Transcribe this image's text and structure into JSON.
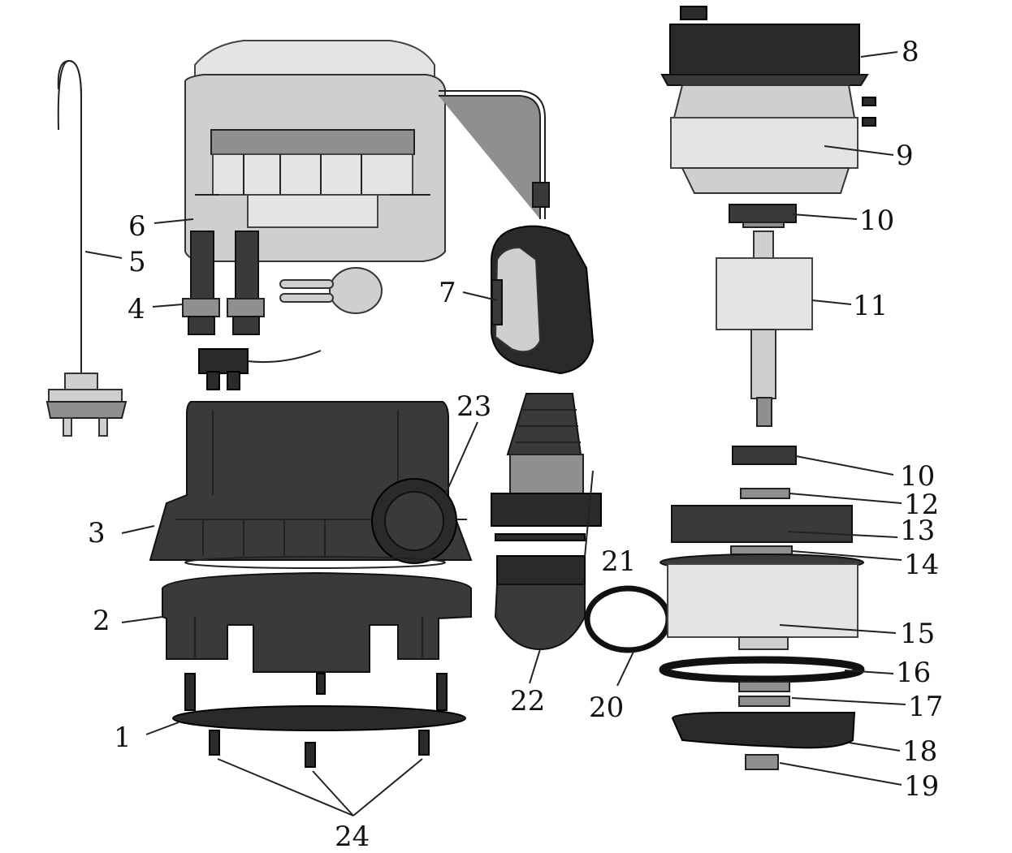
{
  "callouts": [
    {
      "id": "p1",
      "text": "1"
    },
    {
      "id": "p2",
      "text": "2"
    },
    {
      "id": "p3",
      "text": "3"
    },
    {
      "id": "p4",
      "text": "4"
    },
    {
      "id": "p5",
      "text": "5"
    },
    {
      "id": "p6",
      "text": "6"
    },
    {
      "id": "p7",
      "text": "7"
    },
    {
      "id": "p8",
      "text": "8"
    },
    {
      "id": "p9",
      "text": "9"
    },
    {
      "id": "p10a",
      "text": "10"
    },
    {
      "id": "p11",
      "text": "11"
    },
    {
      "id": "p10b",
      "text": "10"
    },
    {
      "id": "p12",
      "text": "12"
    },
    {
      "id": "p13",
      "text": "13"
    },
    {
      "id": "p14",
      "text": "14"
    },
    {
      "id": "p15",
      "text": "15"
    },
    {
      "id": "p16",
      "text": "16"
    },
    {
      "id": "p17",
      "text": "17"
    },
    {
      "id": "p18",
      "text": "18"
    },
    {
      "id": "p19",
      "text": "19"
    },
    {
      "id": "p20",
      "text": "20"
    },
    {
      "id": "p21",
      "text": "21"
    },
    {
      "id": "p22",
      "text": "22"
    },
    {
      "id": "p23",
      "text": "23"
    },
    {
      "id": "p24",
      "text": "24"
    }
  ]
}
